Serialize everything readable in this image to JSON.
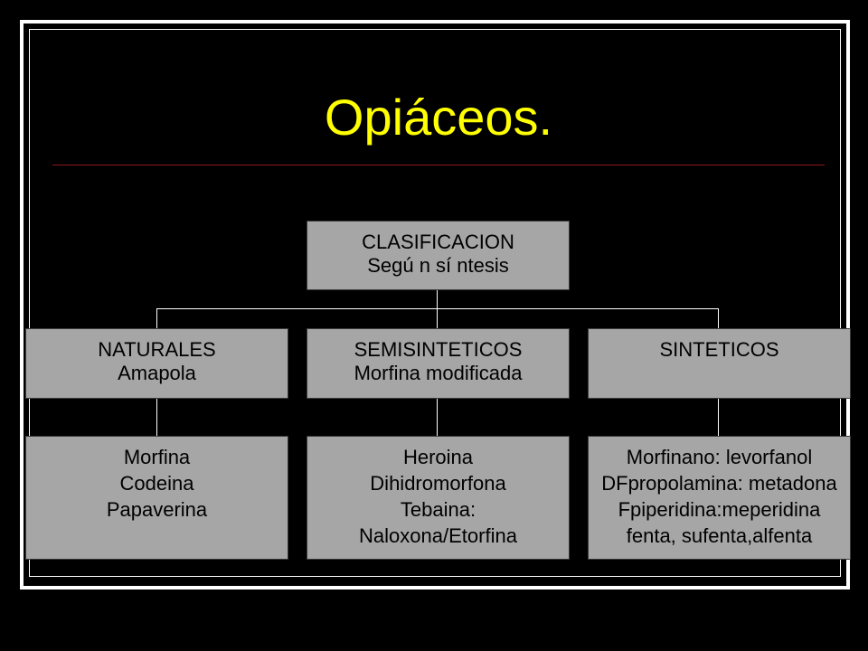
{
  "slide": {
    "title": "Opiáceos."
  },
  "diagram": {
    "root": {
      "lines": [
        "CLASIFICACION",
        "Segú n sí  ntesis"
      ]
    },
    "categories": [
      {
        "lines": [
          "NATURALES",
          "Amapola"
        ]
      },
      {
        "lines": [
          "SEMISINTETICOS",
          "Morfina modificada"
        ]
      },
      {
        "lines": [
          "SINTETICOS",
          ""
        ]
      }
    ],
    "leaves": [
      {
        "lines": [
          "Morfina",
          "Codeina",
          "Papaverina",
          ""
        ]
      },
      {
        "lines": [
          "Heroina",
          "Dihidromorfona",
          "Tebaina:",
          "Naloxona/Etorfina"
        ]
      },
      {
        "lines": [
          "Morfinano: levorfanol",
          "DFpropolamina: metadona",
          "Fpiperidina:meperidina",
          "fenta, sufenta,alfenta"
        ]
      }
    ]
  },
  "colors": {
    "background": "#000000",
    "title": "#ffff00",
    "box_fill": "#a6a6a6",
    "connector": "#ffffff",
    "rule": "#8b1a1a"
  }
}
